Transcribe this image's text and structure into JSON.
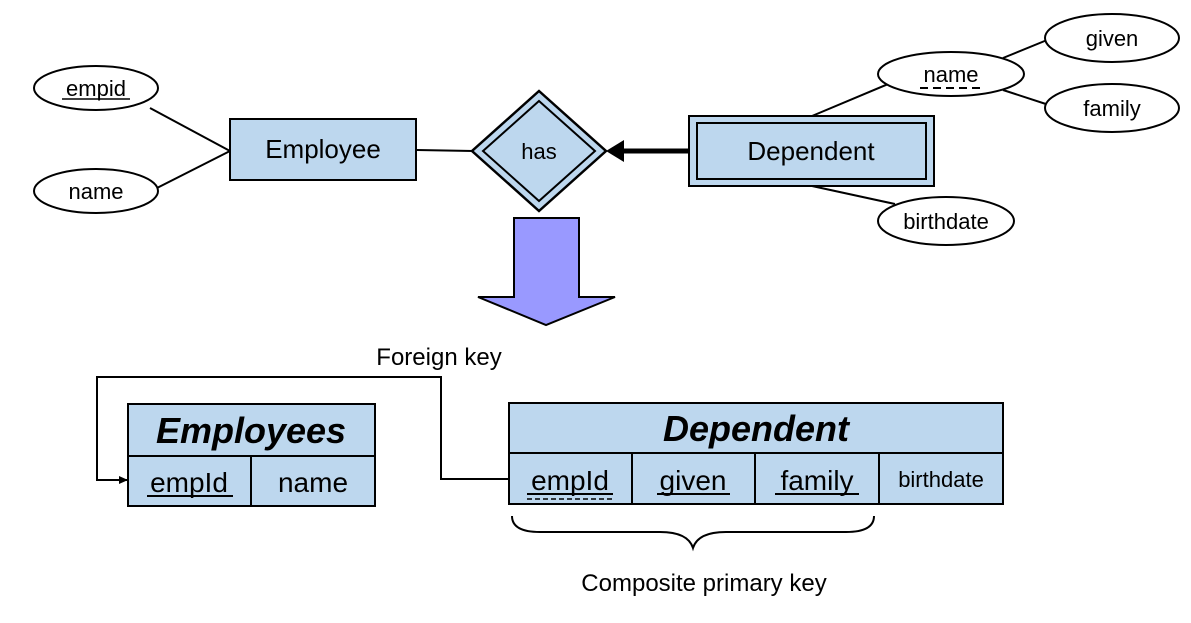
{
  "er": {
    "employee": {
      "label": "Employee",
      "attributes": {
        "key": "empid",
        "other": "name"
      }
    },
    "relationship": {
      "label": "has"
    },
    "dependent": {
      "label": "Dependent",
      "attributes": {
        "partial_key": "name",
        "given": "given",
        "family": "family",
        "birthdate": "birthdate"
      }
    }
  },
  "labels": {
    "foreign_key": "Foreign key",
    "composite_primary_key": "Composite primary key"
  },
  "tables": {
    "employees": {
      "title": "Employees",
      "columns": [
        "empId",
        "name"
      ]
    },
    "dependent": {
      "title": "Dependent",
      "columns": [
        "empId",
        "given",
        "family",
        "birthdate"
      ]
    }
  },
  "colors": {
    "fill": "#bdd7ee",
    "arrow": "#9999ff",
    "stroke": "#000000"
  }
}
